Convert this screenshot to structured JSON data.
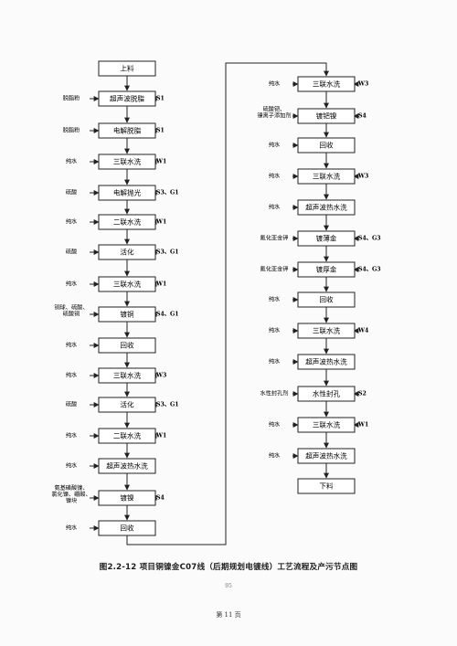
{
  "left_column": [
    {
      "label": "上料"
    },
    {
      "label": "超声波脱脂",
      "input": "脱脂粉",
      "output": "S1"
    },
    {
      "label": "电解脱脂",
      "input": "脱脂粉",
      "output": "S1"
    },
    {
      "label": "三联水洗",
      "input": "纯水",
      "output": "W1"
    },
    {
      "label": "电解抛光",
      "input": "硫酸",
      "output": "S3、G1"
    },
    {
      "label": "二联水洗",
      "input": "纯水",
      "output": "W1"
    },
    {
      "label": "活化",
      "input": "硫酸",
      "output": "S3、G1"
    },
    {
      "label": "三联水洗",
      "input": "纯水",
      "output": "W1"
    },
    {
      "label": "镀铜",
      "input": "铜球、硫酸、硫酸铜",
      "output": "S4、G1"
    },
    {
      "label": "回收",
      "input": "纯水"
    },
    {
      "label": "三联水洗",
      "input": "纯水",
      "output": "W3"
    },
    {
      "label": "活化",
      "input": "硫酸",
      "output": "S3、G1"
    },
    {
      "label": "二联水洗",
      "input": "纯水",
      "output": "W1"
    },
    {
      "label": "超声波热水洗",
      "input": "纯水"
    },
    {
      "label": "镀镍",
      "input": "氨基磺酸镍、氯化镍、硼酸、镍块",
      "output": "S4"
    },
    {
      "label": "回收",
      "input": "纯水"
    }
  ],
  "right_column": [
    {
      "label": "三联水洗",
      "input": "纯水",
      "output": "W3"
    },
    {
      "label": "镀钯镍",
      "input": "硫酸钯、镍离子添加剂",
      "output": "S4"
    },
    {
      "label": "回收",
      "input": "纯水"
    },
    {
      "label": "三联水洗",
      "input": "纯水",
      "output": "W3"
    },
    {
      "label": "超声波热水洗",
      "input": "纯水"
    },
    {
      "label": "镀薄金",
      "input": "氰化亚金钾",
      "output": "S4、G3"
    },
    {
      "label": "镀厚金",
      "input": "氰化亚金钾",
      "output": "S4、G3"
    },
    {
      "label": "回收",
      "input": "纯水"
    },
    {
      "label": "三联水洗",
      "input": "纯水",
      "output": "W4"
    },
    {
      "label": "超声波热水洗",
      "input": "纯水"
    },
    {
      "label": "水性封孔",
      "input": "水性封孔剂",
      "output": "S2"
    },
    {
      "label": "三联水洗",
      "input": "纯水",
      "output": "W1"
    },
    {
      "label": "超声波热水洗",
      "input": "纯水"
    },
    {
      "label": "下料"
    }
  ],
  "caption": "图2.2-12 项目铜镍金C07线（后期规划电镀线）工艺流程及产污节点图",
  "doc_number": "95",
  "page_number": "第 11 页"
}
